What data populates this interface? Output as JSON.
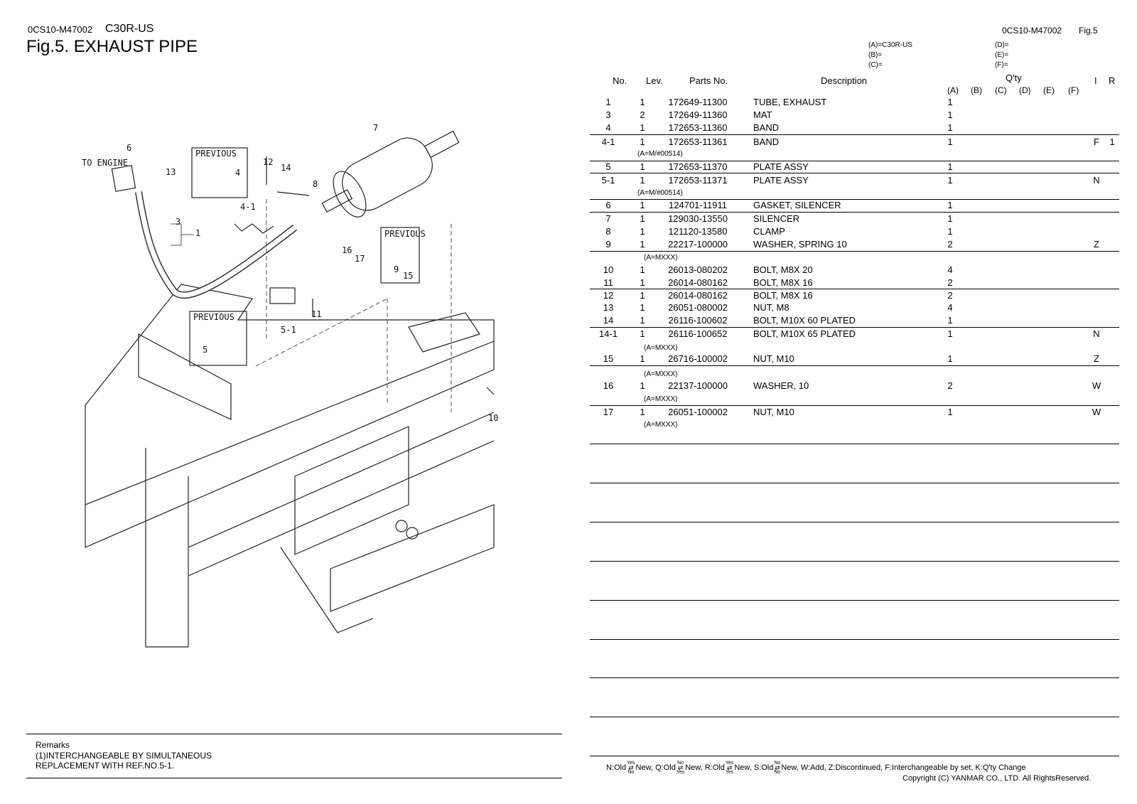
{
  "header": {
    "doc_code": "0CS10-M47002",
    "model": "C30R-US",
    "fig_title": "Fig.5.  EXHAUST PIPE",
    "right_doc_code": "0CS10-M47002",
    "right_fig": "Fig.5"
  },
  "model_codes": {
    "a": "(A)=C30R-US",
    "b": "(B)=",
    "c": "(C)=",
    "d": "(D)=",
    "e": "(E)=",
    "f": "(F)="
  },
  "table": {
    "headers": {
      "no": "No.",
      "lev": "Lev.",
      "parts_no": "Parts No.",
      "description": "Description",
      "qty": "Q'ty",
      "a": "(A)",
      "b": "(B)",
      "c": "(C)",
      "d": "(D)",
      "e": "(E)",
      "f": "(F)",
      "i": "I",
      "r": "R"
    },
    "rows": [
      {
        "no": "1",
        "lev": "1",
        "part": "172649-11300",
        "desc": "TUBE, EXHAUST",
        "qa": "1",
        "i": "",
        "r": ""
      },
      {
        "no": "3",
        "lev": "2",
        "part": "172649-11360",
        "desc": "MAT",
        "qa": "1",
        "i": "",
        "r": ""
      },
      {
        "no": "4",
        "lev": "1",
        "part": "172653-11360",
        "desc": "BAND",
        "qa": "1",
        "i": "",
        "r": ""
      },
      {
        "no": "4-1",
        "lev": "1",
        "part": "172653-11361",
        "desc": "BAND",
        "qa": "1",
        "i": "F",
        "r": "1"
      },
      {
        "no": "5",
        "lev": "1",
        "part": "172653-11370",
        "desc": "PLATE ASSY",
        "qa": "1",
        "i": "",
        "r": ""
      },
      {
        "no": "5-1",
        "lev": "1",
        "part": "172653-11371",
        "desc": "PLATE ASSY",
        "qa": "1",
        "i": "N",
        "r": ""
      },
      {
        "no": "6",
        "lev": "1",
        "part": "124701-11911",
        "desc": "GASKET, SILENCER",
        "qa": "1",
        "i": "",
        "r": ""
      },
      {
        "no": "7",
        "lev": "1",
        "part": "129030-13550",
        "desc": "SILENCER",
        "qa": "1",
        "i": "",
        "r": ""
      },
      {
        "no": "8",
        "lev": "1",
        "part": "121120-13580",
        "desc": "CLAMP",
        "qa": "1",
        "i": "",
        "r": ""
      },
      {
        "no": "9",
        "lev": "1",
        "part": "22217-100000",
        "desc": "WASHER, SPRING 10",
        "qa": "2",
        "i": "Z",
        "r": ""
      },
      {
        "no": "10",
        "lev": "1",
        "part": "26013-080202",
        "desc": "BOLT, M8X 20",
        "qa": "4",
        "i": "",
        "r": ""
      },
      {
        "no": "11",
        "lev": "1",
        "part": "26014-080162",
        "desc": "BOLT, M8X 16",
        "qa": "2",
        "i": "",
        "r": ""
      },
      {
        "no": "12",
        "lev": "1",
        "part": "26014-080162",
        "desc": "BOLT, M8X 16",
        "qa": "2",
        "i": "",
        "r": ""
      },
      {
        "no": "13",
        "lev": "1",
        "part": "26051-080002",
        "desc": "NUT, M8",
        "qa": "4",
        "i": "",
        "r": ""
      },
      {
        "no": "14",
        "lev": "1",
        "part": "26116-100602",
        "desc": "BOLT, M10X 60 PLATED",
        "qa": "1",
        "i": "",
        "r": ""
      },
      {
        "no": "14-1",
        "lev": "1",
        "part": "26116-100652",
        "desc": "BOLT, M10X 65 PLATED",
        "qa": "1",
        "i": "N",
        "r": ""
      },
      {
        "no": "15",
        "lev": "1",
        "part": "26716-100002",
        "desc": "NUT, M10",
        "qa": "1",
        "i": "Z",
        "r": ""
      },
      {
        "no": "16",
        "lev": "1",
        "part": "22137-100000",
        "desc": "WASHER, 10",
        "qa": "2",
        "i": "W",
        "r": ""
      },
      {
        "no": "17",
        "lev": "1",
        "part": "26051-100002",
        "desc": "NUT, M10",
        "qa": "1",
        "i": "W",
        "r": ""
      }
    ],
    "notes": [
      "(A=M/#00514)",
      "(A=M/#00514)",
      "(A=MXXX)",
      "(A=MXXX)",
      "(A=MXXX)",
      "(A=MXXX)",
      "(A=MXXX)"
    ]
  },
  "drawing": {
    "to_engine": "TO ENGINE",
    "previous": "PREVIOUS",
    "callouts": [
      "1",
      "3",
      "4",
      "4-1",
      "5",
      "5-1",
      "6",
      "7",
      "8",
      "9",
      "10",
      "11",
      "12",
      "13",
      "14",
      "15",
      "16",
      "17"
    ]
  },
  "remarks": {
    "title": "Remarks",
    "line1": "(1)INTERCHANGEABLE BY SIMULTANEOUS",
    "line2": "REPLACEMENT WITH REF.NO.5-1."
  },
  "legend": {
    "n_old": "N:Old",
    "n_new": "New,",
    "q_old": "Q:Old",
    "q_new": "New,",
    "r_old": "R:Old",
    "r_new": "New,",
    "s_old": "S:Old",
    "s_new": "New,",
    "rest": "W:Add, Z:Discontinued, F:Interchangeable by set, K:Q'ty Change",
    "yes": "Yes",
    "no": "No"
  },
  "copyright": "Copyright (C)  YANMAR CO., LTD. All RightsReserved."
}
